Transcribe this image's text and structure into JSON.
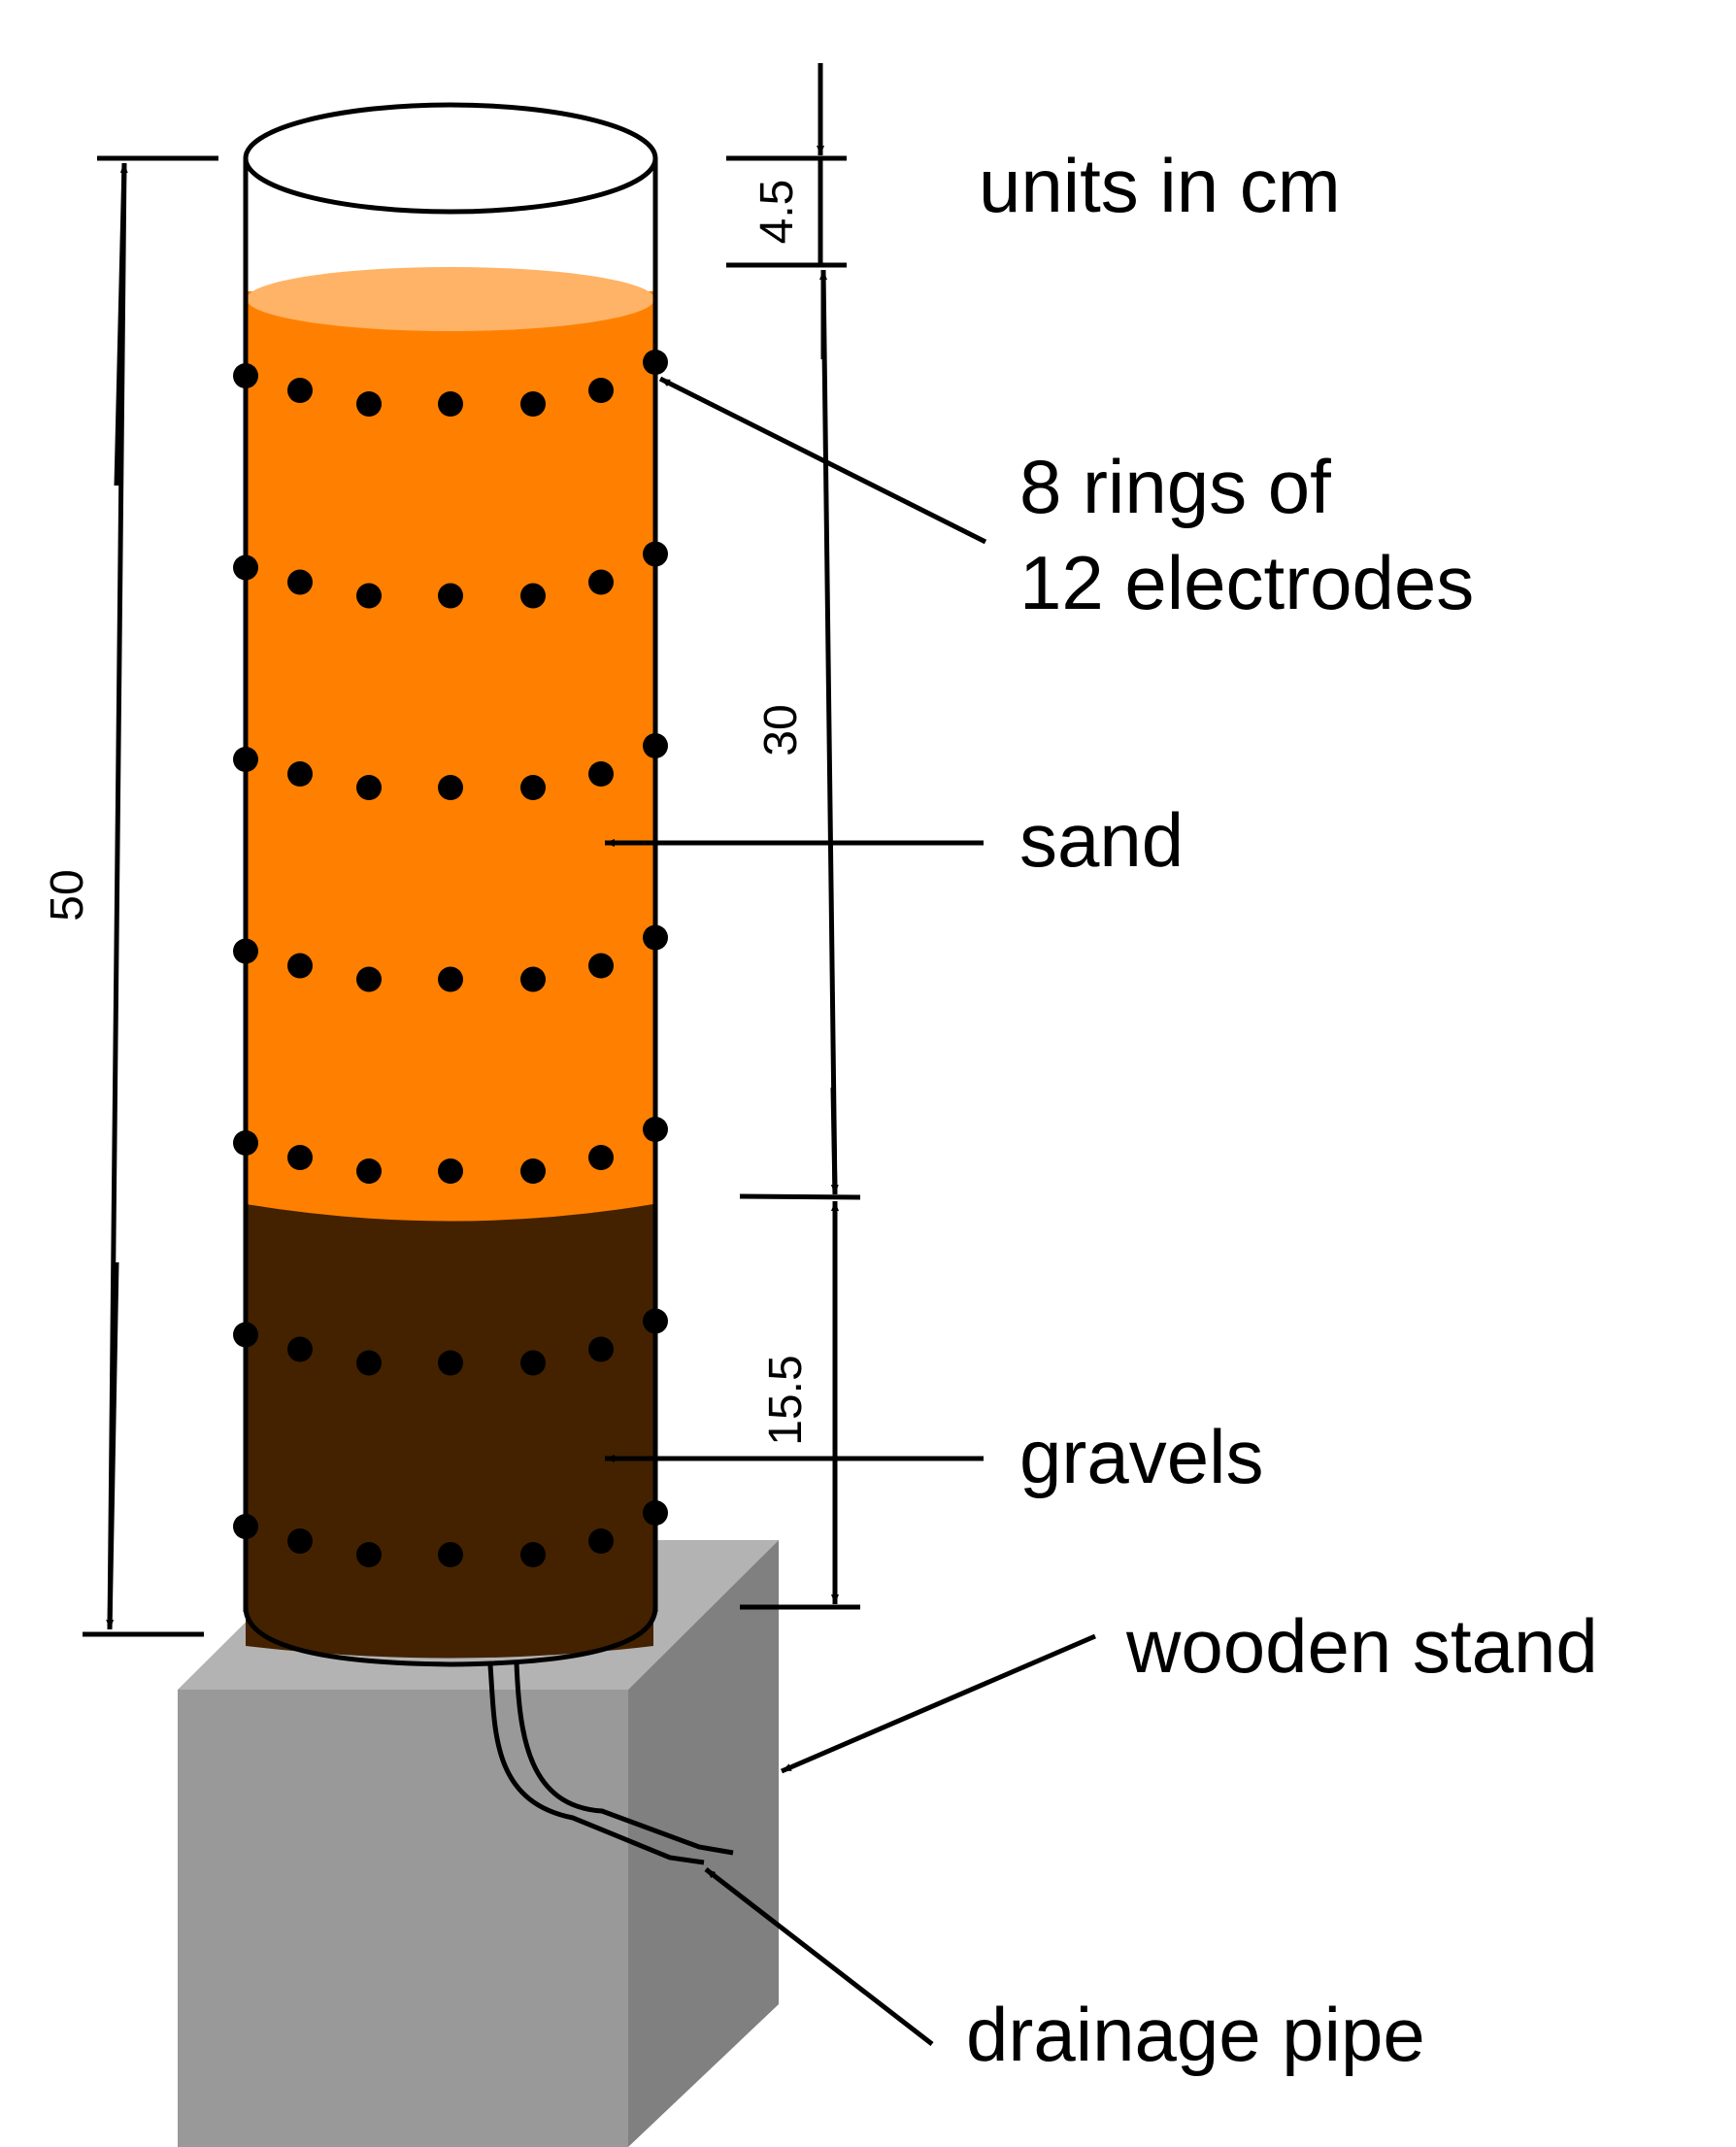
{
  "labels": {
    "units": "units in cm",
    "rings_line1": "8 rings of",
    "rings_line2": "12 electrodes",
    "sand": "sand",
    "gravels": "gravels",
    "wooden_stand": "wooden stand",
    "drainage_pipe": "drainage pipe"
  },
  "dimensions": {
    "total_height": "50",
    "top_gap": "4.5",
    "sand_depth": "30",
    "gravel_depth": "15.5"
  },
  "colors": {
    "sand": "#ff8000",
    "sand_surface": "#ffb366",
    "gravel": "#442200",
    "stand_front": "#999999",
    "stand_top": "#b3b3b3",
    "stand_side": "#808080",
    "electrode": "#000000",
    "line": "#000000"
  }
}
